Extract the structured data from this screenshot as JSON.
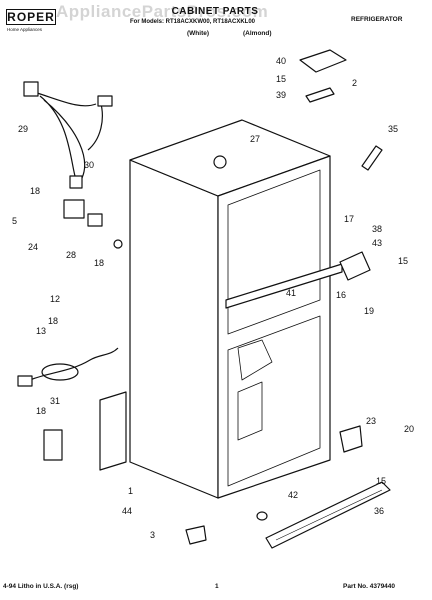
{
  "header": {
    "brand": "ROPER",
    "brand_sub": "Home Appliances",
    "title": "CABINET PARTS",
    "model_line": "For Models: RT18ACXKW00, RT18ACXKL00",
    "variant_white": "(White)",
    "variant_almond": "(Almond)",
    "category": "REFRIGERATOR"
  },
  "watermark": "AppliancePartsPros.com",
  "footer": {
    "left": "4-94 Litho in U.S.A. (rsg)",
    "page_number": "1",
    "part_no": "Part No. 4379440"
  },
  "callouts": [
    "40",
    "15",
    "2",
    "39",
    "35",
    "29",
    "27",
    "30",
    "18",
    "5",
    "24",
    "28",
    "18",
    "12",
    "13",
    "18",
    "17",
    "38",
    "43",
    "15",
    "16",
    "19",
    "41",
    "18",
    "31",
    "23",
    "20",
    "15",
    "1",
    "44",
    "42",
    "36",
    "3"
  ]
}
